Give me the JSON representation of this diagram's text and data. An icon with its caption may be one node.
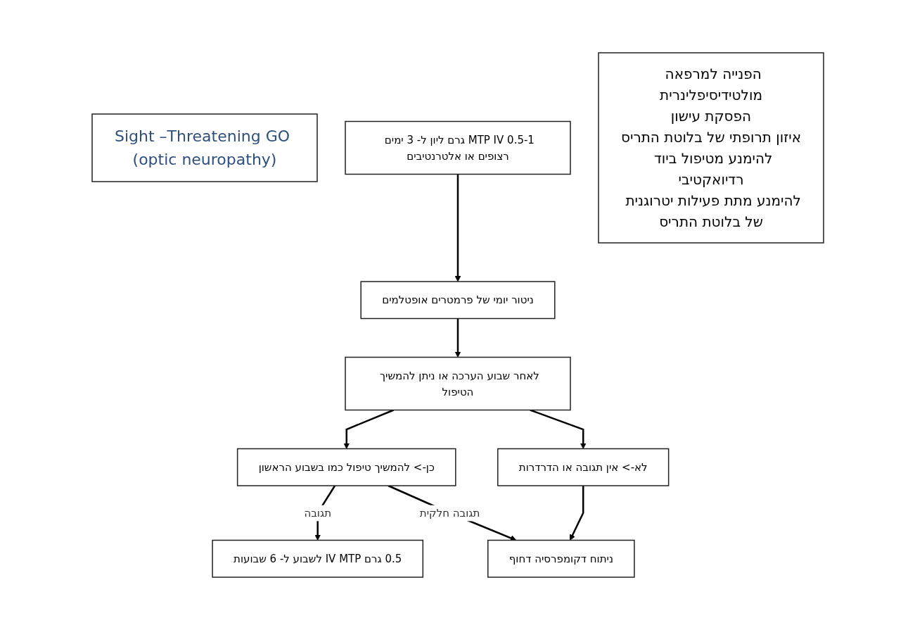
{
  "diagram": {
    "nodes": [
      {
        "text": [
          "Sight –Threatening GO (optic neuropathy)"
        ]
      },
      {
        "text": [
          "0.5-1 MTP IV גרם ליון ל- 3 ימים רצופים או אלטרנטיבים"
        ]
      },
      {
        "text": [
          "ניטור יומי של פרמטרים אופטלמים"
        ]
      },
      {
        "text": [
          "לאחר שבוע הערכה או ניתן להמשיך הטיפול"
        ]
      },
      {
        "text": [
          "כן-> להמשיך טיפול כמו בשבוע הראשון"
        ]
      },
      {
        "text": [
          "לא-> אין תגובה או הדרדרות"
        ]
      },
      {
        "text": [
          "0.5 גרם IV MTP לשבוע ל- 6 שבועות"
        ]
      },
      {
        "text": [
          "ניתוח דקומפרסיה דחוף"
        ]
      },
      {
        "text": [
          "הפנייה למרפאה מולטידיסיפלינרית",
          "הפסקת עישון",
          "איזון תרופתי של בלוטת התריס",
          "להימנע מטיפול ביוד רדיואקטיבי",
          "להימנע מתת פעילות יטרוגנית של בלוטת התריס"
        ]
      }
    ],
    "edges": [
      {
        "from": 1,
        "to": 2,
        "arrow": "to"
      },
      {
        "from": 2,
        "to": 3,
        "arrow": "to"
      },
      {
        "from": 3,
        "to": 4,
        "arrow": "to"
      },
      {
        "from": 3,
        "to": 5,
        "arrow": "to"
      },
      {
        "from": 4,
        "to": 6,
        "arrow": "to",
        "label": "תגובה"
      },
      {
        "from": 4,
        "to": 7,
        "arrow": "to",
        "label": "תגובה חלקית"
      },
      {
        "from": 5,
        "to": 7,
        "arrow": "to"
      }
    ]
  }
}
